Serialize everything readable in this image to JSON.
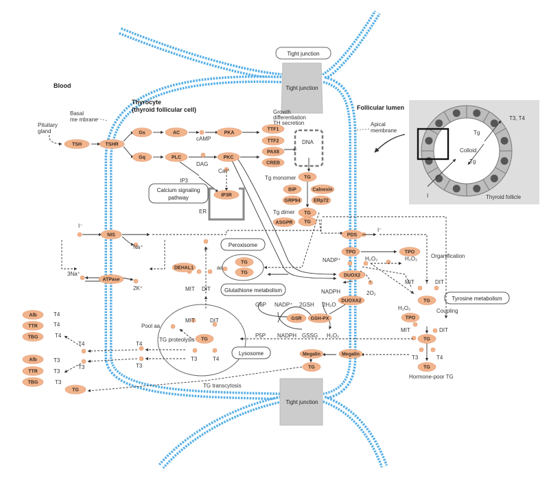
{
  "colors": {
    "node_fill": "#f2b48c",
    "membrane_blue": "#55aee6",
    "arrow": "#333333",
    "panel_bg": "#dedede",
    "junction_gray": "#cccccc"
  },
  "regions": {
    "blood": "Blood",
    "thyrocyte": "Thyrocyte",
    "thyrocyte_sub": "(thyroid follicular cell)",
    "follicular_lumen": "Follicular lumen"
  },
  "labels": {
    "basal_membrane_1": "Basal",
    "basal_membrane_2": "me mbrane",
    "apical_membrane_1": "Apical",
    "apical_membrane_2": "membrane",
    "pituitary_1": "Pituitary",
    "pituitary_2": "gland",
    "camp": "cAMP",
    "dag": "DAG",
    "ip3": "IP3",
    "ca": "Ca²⁺",
    "growth_1": "Growth",
    "growth_2": "differentiation",
    "growth_3": "TH secretion",
    "dna": "DNA",
    "tg_monomer": "Tg monomer",
    "tg_dimer": "Tg dimer",
    "er": "ER",
    "i_top": "I⁻",
    "na": "Na⁺",
    "three_na": "3Na⁺",
    "two_k": "2K⁺",
    "i_mid": "I⁻",
    "i_lumen": "I⁻",
    "mit": "MIT",
    "dit": "DIT",
    "aa": "aa",
    "nadp_plus": "NADP⁺",
    "nadph": "NADPH",
    "h2o2_a": "H₂O₂",
    "h2o2_b": "H₂O₂",
    "h2o2_c": "H₂O₂",
    "h2o2_d": "H₂O₂",
    "two_o2": "2O₂",
    "organification": "Organification",
    "coupling": "Coupling",
    "mit_lumen_1": "MIT",
    "dit_lumen_1": "DIT",
    "mit_lumen_2": "MIT",
    "dit_lumen_2": "DIT",
    "t3_lumen": "T3",
    "t4_lumen": "T4",
    "hormone_poor_tg": "Hormone-poor TG",
    "g6p": "G6P",
    "nadp_glut": "NADP⁺",
    "two_gsh": "2GSH",
    "two_h2o": "2H₂O",
    "p5p": "P5P",
    "nadph_glut": "NADPH",
    "gssg": "GSSG",
    "h2o2_glut": "H₂O₂",
    "pool_aa": "Pool aa",
    "tg_proteolysis": "TG proteolysis",
    "mit_lys": "MIT",
    "dit_lys": "DIT",
    "t3_lys": "T3",
    "t4_lys": "T4",
    "t4_out": "T4",
    "t3_out": "T3",
    "t4_cell": "T4",
    "t3_cell": "T3",
    "mit_dehal": "MIT",
    "dit_dehal": "DIT",
    "tg_transcytosis": "TG transcytosis",
    "t4_alb": "T4",
    "t4_ttr": "T4",
    "t4_tbg": "T4",
    "t3_alb": "T3",
    "t3_ttr": "T3",
    "t3_tbg": "T3",
    "colloid": "Colloid",
    "tg_inset_1": "Tg",
    "tg_inset_2": "Tg",
    "t3t4_inset": "T3, T4",
    "i_inset": "I",
    "thyroid_follicle": "Thyroid follicle"
  },
  "boxes": {
    "tight_junction_top_label": "Tight junction",
    "tight_junction_top": "Tight junction",
    "tight_junction_bottom": "Tight junction",
    "calcium_1": "Calcium signaling",
    "calcium_2": "pathway",
    "peroxisome": "Peroxisome",
    "glutathione": "Glutathione metabolism",
    "lysosome": "Lysosome",
    "tyrosine": "Tyrosine metabolism"
  },
  "nodes": {
    "tsh": "TSH",
    "tshr": "TSHR",
    "gs": "Gs",
    "ac": "AC",
    "pka": "PKA",
    "gq": "Gq",
    "plc": "PLC",
    "pkc": "PKC",
    "ttf1": "TTF1",
    "ttf2": "TTF2",
    "pax8": "PAX8",
    "creb": "CREB",
    "ip3r": "IP3R",
    "tg_mono": "TG",
    "bip": "BiP",
    "calnexin": "Calnexin",
    "grp94": "GRP94",
    "erp72": "ERp72",
    "tg_d1": "TG",
    "tg_d2": "TG",
    "asgpr": "ASGPR",
    "nis": "NIS",
    "atpase": "ATPase",
    "dehal1": "DEHAL1",
    "tg_perox1": "TG",
    "tg_perox2": "TG",
    "pds": "PDS",
    "tpo_mem": "TPO",
    "tpo_lumen": "TPO",
    "duox2": "DUOX2",
    "duoxa2": "DUOXA2",
    "tg_org": "TG",
    "tpo_coupling": "TPO",
    "tg_coupled": "TG",
    "tg_poor": "TG",
    "gsr": "GSR",
    "gshpx": "GSH-PX",
    "tg_lys": "TG",
    "megalin_in": "Megalin",
    "megalin_mem": "Megalin",
    "tg_megalin": "TG",
    "alb1": "Alb",
    "ttr1": "TTR",
    "tbg1": "TBG",
    "alb2": "Alb",
    "ttr2": "TTR",
    "tbg2": "TBG",
    "tg_blood": "TG"
  }
}
